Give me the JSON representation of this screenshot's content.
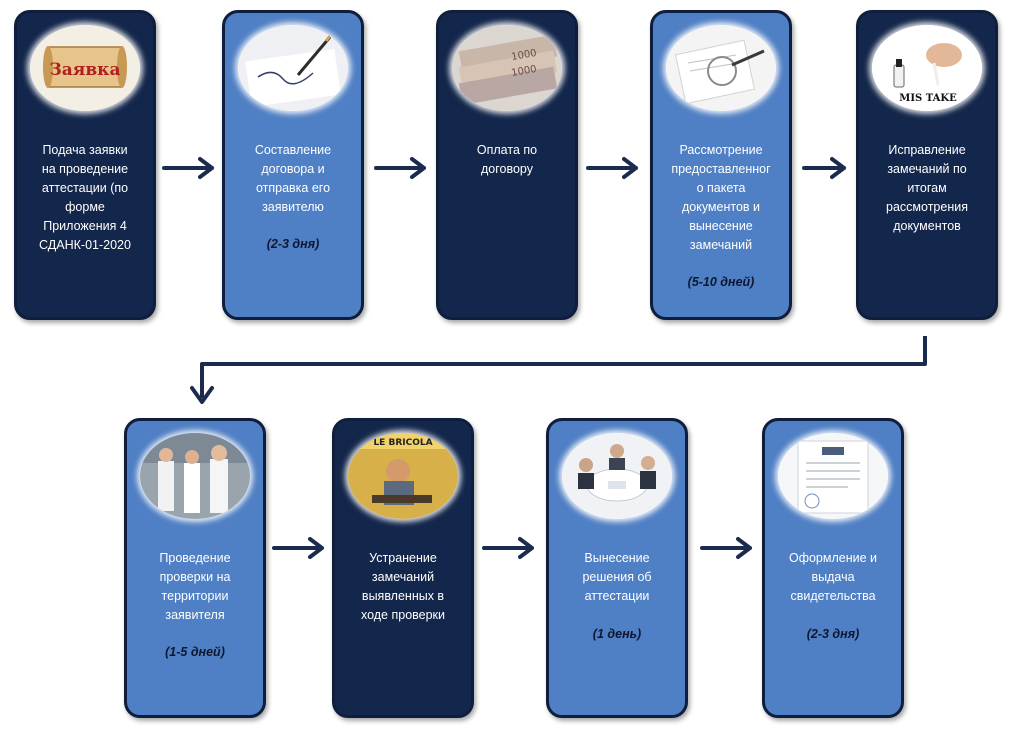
{
  "steps": [
    {
      "icon": "application-scroll-image",
      "badge": "Заявка",
      "lines": [
        "Подача заявки",
        "на проведение",
        "аттестации (по",
        "форме",
        "Приложения  4",
        "СДАНК-01-2020"
      ],
      "duration": ""
    },
    {
      "icon": "contract-signing-image",
      "lines": [
        "Составление",
        "договора и",
        "отправка его",
        "заявителю"
      ],
      "duration": "(2-3 дня)"
    },
    {
      "icon": "money-banknotes-image",
      "lines": [
        "Оплата по",
        "договору"
      ],
      "duration": ""
    },
    {
      "icon": "magnifier-documents-image",
      "lines": [
        "Рассмотрение",
        "предоставленног",
        "о пакета",
        "документов и",
        "вынесение",
        "замечаний"
      ],
      "duration": "(5-10 дней)"
    },
    {
      "icon": "mistake-correction-image",
      "badge": "MIS TAKE",
      "lines": [
        "Исправление",
        "замечаний по",
        "итогам",
        "рассмотрения",
        "документов"
      ],
      "duration": ""
    },
    {
      "icon": "lab-inspection-image",
      "lines": [
        "Проведение",
        "проверки на",
        "территории",
        "заявителя"
      ],
      "duration": "(1-5 дней)"
    },
    {
      "icon": "repair-worker-image",
      "badge": "LE BRICOLA",
      "lines": [
        "Устранение",
        "замечаний",
        "выявленных в",
        "ходе проверки"
      ],
      "duration": ""
    },
    {
      "icon": "meeting-decision-image",
      "lines": [
        "Вынесение",
        "решения об",
        "аттестации"
      ],
      "duration": "(1 день)"
    },
    {
      "icon": "certificate-document-image",
      "lines": [
        "Оформление и",
        "выдача",
        "свидетельства"
      ],
      "duration": "(2-3 дня)"
    }
  ],
  "colors": {
    "dark_card": "#13264b",
    "light_card": "#4f7fc4",
    "arrow": "#1a2b4d",
    "duration_text": "#0d1830"
  }
}
